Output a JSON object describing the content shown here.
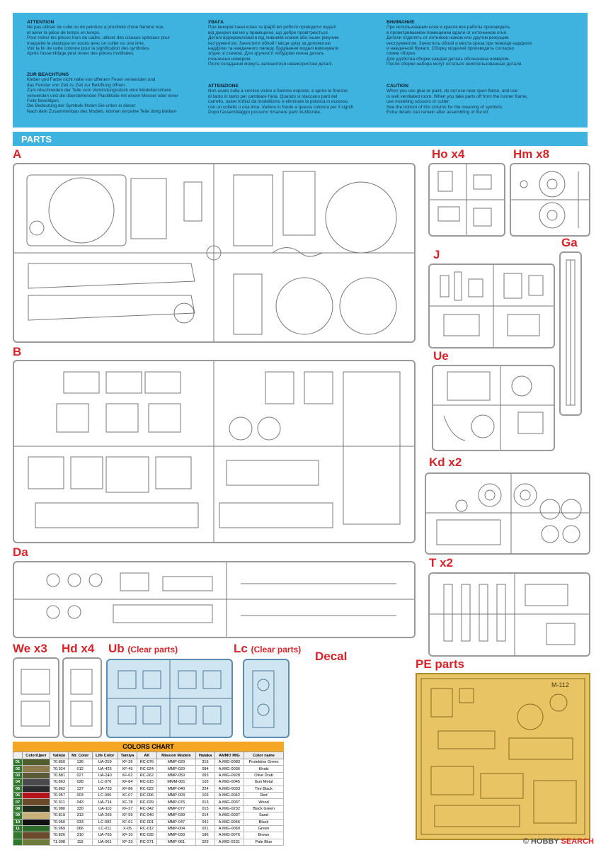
{
  "warnings": {
    "fr": {
      "title": "ATTENTION",
      "text": "Ne pas utiliser de colle ou de peinture à proximité d'une flamme nue,\net aérer la pièce de temps en temps.\nPour retirer les pièces hors du cadre, utiliser des ciseaux spéciaux pour\nmaquette le plastique en excès avec un cutter ou une lime.\nVoir la fin de cette colonne pour la signification des symboles.\nAprès l'assemblage peut rester des pièces inutilisées."
    },
    "de": {
      "title": "ZUR BEACHTUNG",
      "text": "Kleber und Farbe nicht nahe von offenem Feuer verwenden und\ndas Fenster von Zeit zu Zeit zur Belüftung öffnen.\nZum Abschneiden der Teile vom Verbindungsstück eine Modellierschere\nverwenden und die überstehenden Plastikteile mit einem Messer oder einer\nFeile beseitigen.\nDie Bedeutung der Symbols finden Sie unten in dieser\nNach dem Zusammenbau des Models, können einzelne Teile übrig bleiben"
    },
    "ua": {
      "title": "УВАГА",
      "text": "При використанні клею та фарб всі роботи проводити подалі\nвід джерел вогню у приміщенні, що добре провітрюється.\nДеталі відокремлювати від ливників ножем або інших ріжучим\nінструментом. Зачистити облой і місця зрізу за допомогою\nнадфілю та наждачного паперу. Будування моделі виконувати\nзгідно зі схемою. Для зручності побудови кожна деталь\nпозначена номером.\nПісля складання можуть залишитися невикористані деталі."
    },
    "it": {
      "title": "ATTENZIONE",
      "text": "Non usare colla a vernice vicino a fiamme esposte. e aprire le finestre\ndi tanto in tanto per cambiare l'aria. Quando si staccano parti del\ncarrello, usare forbici da modellismo e eliminare la plastica in eccesso\ncon un coltello o una lima. Vedere in fondo a questa colonna per il signifi.\nDopo l'assemblaggio possono rimanere parti inutilizzate."
    },
    "ru": {
      "title": "ВНИМАНИЕ",
      "text": "При использовании клея и красок все работы производить\nв проветриваемом помещении вдали от источников огня.\nДетали отделять от литников ножом или другим режущим\nинструментом. Зачистить облой и места среза при помощи надфиля\nи наждачной бумаги. Сборку моделей производить согласно\nсхеме сборки.\nДля удобства сборки каждая деталь обозначена номером.\nПосле сборки набора могут остаться неиспользованные детали."
    },
    "en": {
      "title": "CAUTION",
      "text": "When you use glue or paint, do not use near open flame, and use\nin well ventilated room. When you take parts off from the runner frame,\nuse modeling scissors or cutter.\nSee the bottom of this column for the meaning of symbols.\nExtra details can remain after assembling of the kit."
    }
  },
  "parts_header": "PARTS",
  "sprues": {
    "A": "A",
    "B": "B",
    "Da": "Da",
    "Ho": "Ho x4",
    "Hm": "Hm x8",
    "Ga": "Ga",
    "J": "J",
    "Ue": "Ue",
    "Kd": "Kd x2",
    "T": "T x2",
    "We": "We x3",
    "Hd": "Hd x4",
    "Ub": "Ub",
    "Ub_sub": "(Clear parts)",
    "Lc": "Lc",
    "Lc_sub": "(Clear parts)",
    "Decal": "Decal",
    "PE": "PE parts"
  },
  "pe_sheet_code": "M-112",
  "colors_chart": {
    "title": "COLORS CHART",
    "headers": [
      "",
      "Color/Цвет",
      "Vallejo",
      "Mr. Color",
      "Life Color",
      "Tamiya",
      "AK",
      "Mission Models",
      "Hataka",
      "AMMO MIG",
      "Color name"
    ],
    "rows": [
      {
        "n": "01",
        "hex": "#4f5e2c",
        "vallejo": "70.850",
        "mr": "136",
        "life": "UA-259",
        "tamiya": "XF-26",
        "ak": "RC-076",
        "mm": "MMP-029",
        "hataka": "316",
        "ammo": "A.MIG-0083",
        "name": "Protektive Green"
      },
      {
        "n": "02",
        "hex": "#8f7c4f",
        "vallejo": "70.924",
        "mr": "012",
        "life": "UA-425",
        "tamiya": "XF-49",
        "ak": "RC-024",
        "mm": "MMP-020",
        "hataka": "094",
        "ammo": "A.MIG-0036",
        "name": "Khaki"
      },
      {
        "n": "03",
        "hex": "#5b5a37",
        "vallejo": "70.881",
        "mr": "027",
        "life": "UA-240",
        "tamiya": "XF-62",
        "ak": "RC-262",
        "mm": "MMP-059",
        "hataka": "093",
        "ammo": "A.MIG-0928",
        "name": "Olive Drab"
      },
      {
        "n": "04",
        "hex": "#4a4a4d",
        "vallejo": "70.863",
        "mr": "028",
        "life": "LC-076",
        "tamiya": "XF-84",
        "ak": "RC-015",
        "mm": "MMM-001",
        "hataka": "105",
        "ammo": "A.MIG-0045",
        "name": "Gun Metal"
      },
      {
        "n": "05",
        "hex": "#2a2a2a",
        "vallejo": "70.862",
        "mr": "137",
        "life": "UA-733",
        "tamiya": "XF-86",
        "ak": "RC-022",
        "mm": "MMP-040",
        "hataka": "224",
        "ammo": "A.MIG-0033",
        "name": "Tire Black"
      },
      {
        "n": "06",
        "hex": "#b5121b",
        "vallejo": "70.957",
        "mr": "003",
        "life": "LC-006",
        "tamiya": "XF-07",
        "ak": "RC-006",
        "mm": "MMP-003",
        "hataka": "103",
        "ammo": "A.MIG-0042",
        "name": "Red"
      },
      {
        "n": "07",
        "hex": "#6b4a2b",
        "vallejo": "70.311",
        "mr": "043",
        "life": "UA-714",
        "tamiya": "XF-78",
        "ak": "RC-029",
        "mm": "MMP-076",
        "hataka": "013",
        "ammo": "A.MIG-0037",
        "name": "Wood"
      },
      {
        "n": "08",
        "hex": "#1f2a1a",
        "vallejo": "70.980",
        "mr": "330",
        "life": "UA-110",
        "tamiya": "XF-27",
        "ak": "RC-342",
        "mm": "MMP-077",
        "hataka": "015",
        "ammo": "A.MIG-0232",
        "name": "Black Green"
      },
      {
        "n": "09",
        "hex": "#c8b07a",
        "vallejo": "70.819",
        "mr": "313",
        "life": "UA-266",
        "tamiya": "XF-59",
        "ak": "RC-040",
        "mm": "MMP-039",
        "hataka": "014",
        "ammo": "A.MIG-0037",
        "name": "Sand"
      },
      {
        "n": "10",
        "hex": "#111111",
        "vallejo": "70.950",
        "mr": "033",
        "life": "LC-002",
        "tamiya": "XF-01",
        "ak": "RC-001",
        "mm": "MMP-047",
        "hataka": "041",
        "ammo": "A.MIG-0046",
        "name": "Black"
      },
      {
        "n": "11",
        "hex": "#2f6b2a",
        "vallejo": "70.969",
        "mr": "066",
        "life": "LC-011",
        "tamiya": "X-05",
        "ak": "RC-012",
        "mm": "MMP-004",
        "hataka": "021",
        "ammo": "A.MIG-0060",
        "name": "Green"
      },
      {
        "n": "",
        "hex": "#6e4a2c",
        "vallejo": "70.826",
        "mr": "310",
        "life": "UA-765",
        "tamiya": "XF-10",
        "ak": "RC-035",
        "mm": "MMP-033",
        "hataka": "186",
        "ammo": "A.MIG-0076",
        "name": "Brown"
      },
      {
        "n": "",
        "hex": "#6f7a3d",
        "vallejo": "71.008",
        "mr": "115",
        "life": "UA-061",
        "tamiya": "XF-23",
        "ak": "RC-271",
        "mm": "MMP-061",
        "hataka": "029",
        "ammo": "A.MIG-0231",
        "name": "Pale Blue"
      }
    ]
  },
  "watermark": {
    "brand": "HOBBY",
    "brand2": "SEARCH",
    "prefix": "©"
  }
}
